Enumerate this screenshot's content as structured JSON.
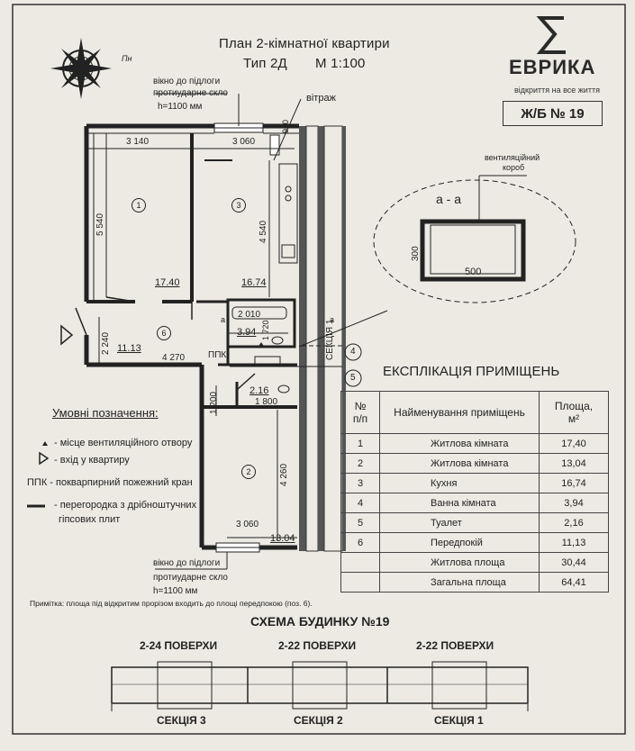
{
  "header": {
    "title": "План 2-кімнатної квартири",
    "type": "Тип 2Д",
    "scale": "М 1:100",
    "brand": "ЕВРИКА",
    "slogan": "відкриття на все життя",
    "house_code": "Ж/Б № 19"
  },
  "compass": {
    "label": "Пн"
  },
  "window_top": {
    "line1": "вікно до підлоги",
    "line2": "протиударне скло",
    "line3": "h=1100 мм"
  },
  "window_bottom": {
    "line1": "вікно до підлоги",
    "line2": "протиударне скло",
    "line3": "h=1100 мм"
  },
  "plan": {
    "vitrazh": "вітраж",
    "dim_3140": "3 140",
    "dim_3060_top": "3 060",
    "dim_900": "900",
    "dim_5540": "5 540",
    "dim_4540": "4 540",
    "dim_2010": "2 010",
    "dim_1720": "1 720",
    "dim_2240": "2 240",
    "dim_4270": "4 270",
    "dim_1200": "1 200",
    "dim_1800": "1 800",
    "dim_4260": "4 260",
    "dim_3060_bottom": "3 060",
    "room1_num": "1",
    "room2_num": "2",
    "room3_num": "3",
    "room6_num": "6",
    "area1": "17.40",
    "area2": "13.04",
    "area3": "16.74",
    "area4": "3.94",
    "area5": "2.16",
    "area6": "11.13",
    "ppk": "ППК",
    "label_a_left": "а",
    "label_a_right": "а",
    "section_label": "СЕКЦІЯ 1",
    "axis_4": "4",
    "axis_5": "5"
  },
  "section_detail": {
    "vent_line1": "вентиляційний",
    "vent_line2": "короб",
    "title": "а - а",
    "height": "300",
    "width": "500"
  },
  "explication": {
    "title": "ЕКСПЛІКАЦІЯ ПРИМІЩЕНЬ",
    "col_num": "№\nп/п",
    "col_name": "Найменування приміщень",
    "col_area": "Площа,\nм²",
    "rows": [
      {
        "num": "1",
        "name": "Житлова кімната",
        "area": "17,40"
      },
      {
        "num": "2",
        "name": "Житлова кімната",
        "area": "13,04"
      },
      {
        "num": "3",
        "name": "Кухня",
        "area": "16,74"
      },
      {
        "num": "4",
        "name": "Ванна кімната",
        "area": "3,94"
      },
      {
        "num": "5",
        "name": "Туалет",
        "area": "2,16"
      },
      {
        "num": "6",
        "name": "Передпокій",
        "area": "11,13"
      }
    ],
    "living_label": "Житлова площа",
    "living_value": "30,44",
    "total_label": "Загальна площа",
    "total_value": "64,41"
  },
  "legend": {
    "title": "Умовні позначення:",
    "items": [
      "- місце вентиляційного отвору",
      "- вхід у квартиру",
      "ППК - покварпирний пожежний кран",
      "- перегородка з дрібноштучних",
      "гіпсових плит"
    ]
  },
  "note": "Примітка: площа під відкритим прорізом входить до площі передпокою (поз. 6).",
  "scheme": {
    "title": "СХЕМА БУДИНКУ №19",
    "floors": [
      "2-24 ПОВЕРХИ",
      "2-22 ПОВЕРХИ",
      "2-22 ПОВЕРХИ"
    ],
    "sections": [
      "СЕКЦІЯ 3",
      "СЕКЦІЯ 2",
      "СЕКЦІЯ 1"
    ]
  },
  "colors": {
    "paper": "#eceae3",
    "ink": "#222222"
  }
}
